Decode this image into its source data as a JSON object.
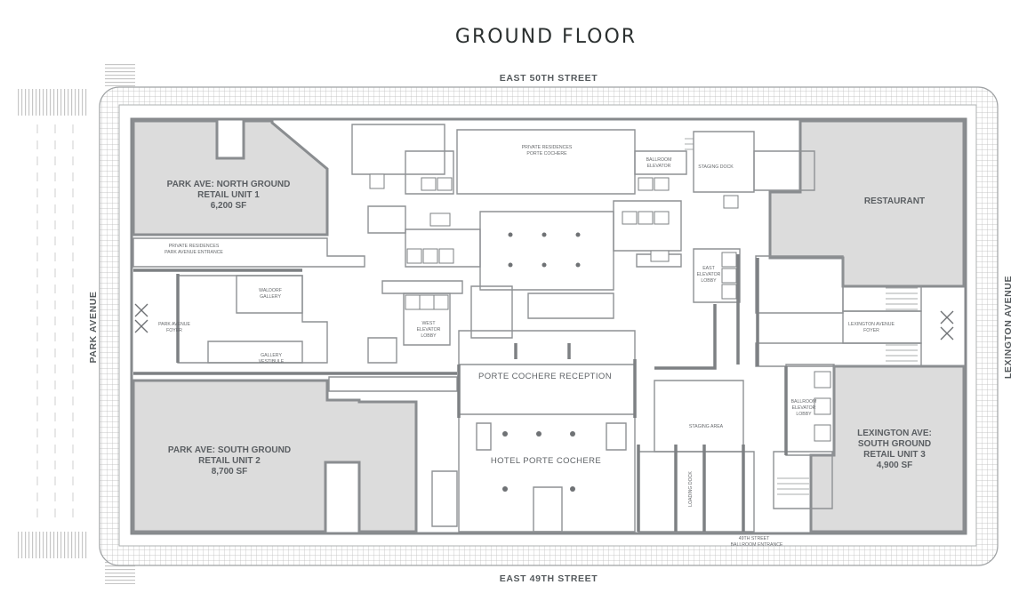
{
  "title": "GROUND FLOOR",
  "streets": {
    "north": "EAST 50TH STREET",
    "south": "EAST 49TH STREET",
    "west": "PARK AVENUE",
    "east": "LEXINGTON AVENUE"
  },
  "retail_units": {
    "north_park": {
      "line1": "PARK AVE: NORTH GROUND",
      "line2": "RETAIL UNIT 1",
      "line3": "6,200 SF"
    },
    "south_park": {
      "line1": "PARK AVE: SOUTH GROUND",
      "line2": "RETAIL UNIT 2",
      "line3": "8,700 SF"
    },
    "south_lex": {
      "line1": "LEXINGTON AVE:",
      "line2": "SOUTH GROUND",
      "line3": "RETAIL UNIT 3",
      "line4": "4,900 SF"
    },
    "restaurant": "RESTAURANT"
  },
  "spaces": {
    "porte_cochere_reception": "PORTE COCHERE RECEPTION",
    "hotel_porte_cochere": "HOTEL PORTE COCHERE",
    "private_res_porte_1": "PRIVATE RESIDENCES",
    "private_res_porte_2": "PORTE COCHERE",
    "private_res_park_1": "PRIVATE RESIDENCES",
    "private_res_park_2": "PARK AVENUE ENTRANCE",
    "ballroom_elevator_1": "BALLROOM",
    "ballroom_elevator_2": "ELEVATOR",
    "staging_dock": "STAGING DOCK",
    "east_elevator_1": "EAST",
    "east_elevator_2": "ELEVATOR",
    "east_elevator_3": "LOBBY",
    "waldorf_gallery_1": "WALDORF",
    "waldorf_gallery_2": "GALLERY",
    "park_avenue_foyer_1": "PARK AVENUE",
    "park_avenue_foyer_2": "FOYER",
    "west_elevator_1": "WEST",
    "west_elevator_2": "ELEVATOR",
    "west_elevator_3": "LOBBY",
    "gallery_vestibule_1": "GALLERY",
    "gallery_vestibule_2": "VESTIBULE",
    "lexington_foyer_1": "LEXINGTON AVENUE",
    "lexington_foyer_2": "FOYER",
    "ballroom_elevator_lobby_1": "BALLROOM",
    "ballroom_elevator_lobby_2": "ELEVATOR",
    "ballroom_elevator_lobby_3": "LOBBY",
    "staging_area": "STAGING AREA",
    "loading_dock": "LOADING DOCK",
    "entrance_49th_1": "49TH STREET",
    "entrance_49th_2": "BALLROOM ENTRANCE"
  },
  "colors": {
    "retail_fill": "#dcdcdc",
    "wall": "#86898c",
    "sidewalk": "#bdbdbd",
    "text_dark": "#2b3030"
  }
}
